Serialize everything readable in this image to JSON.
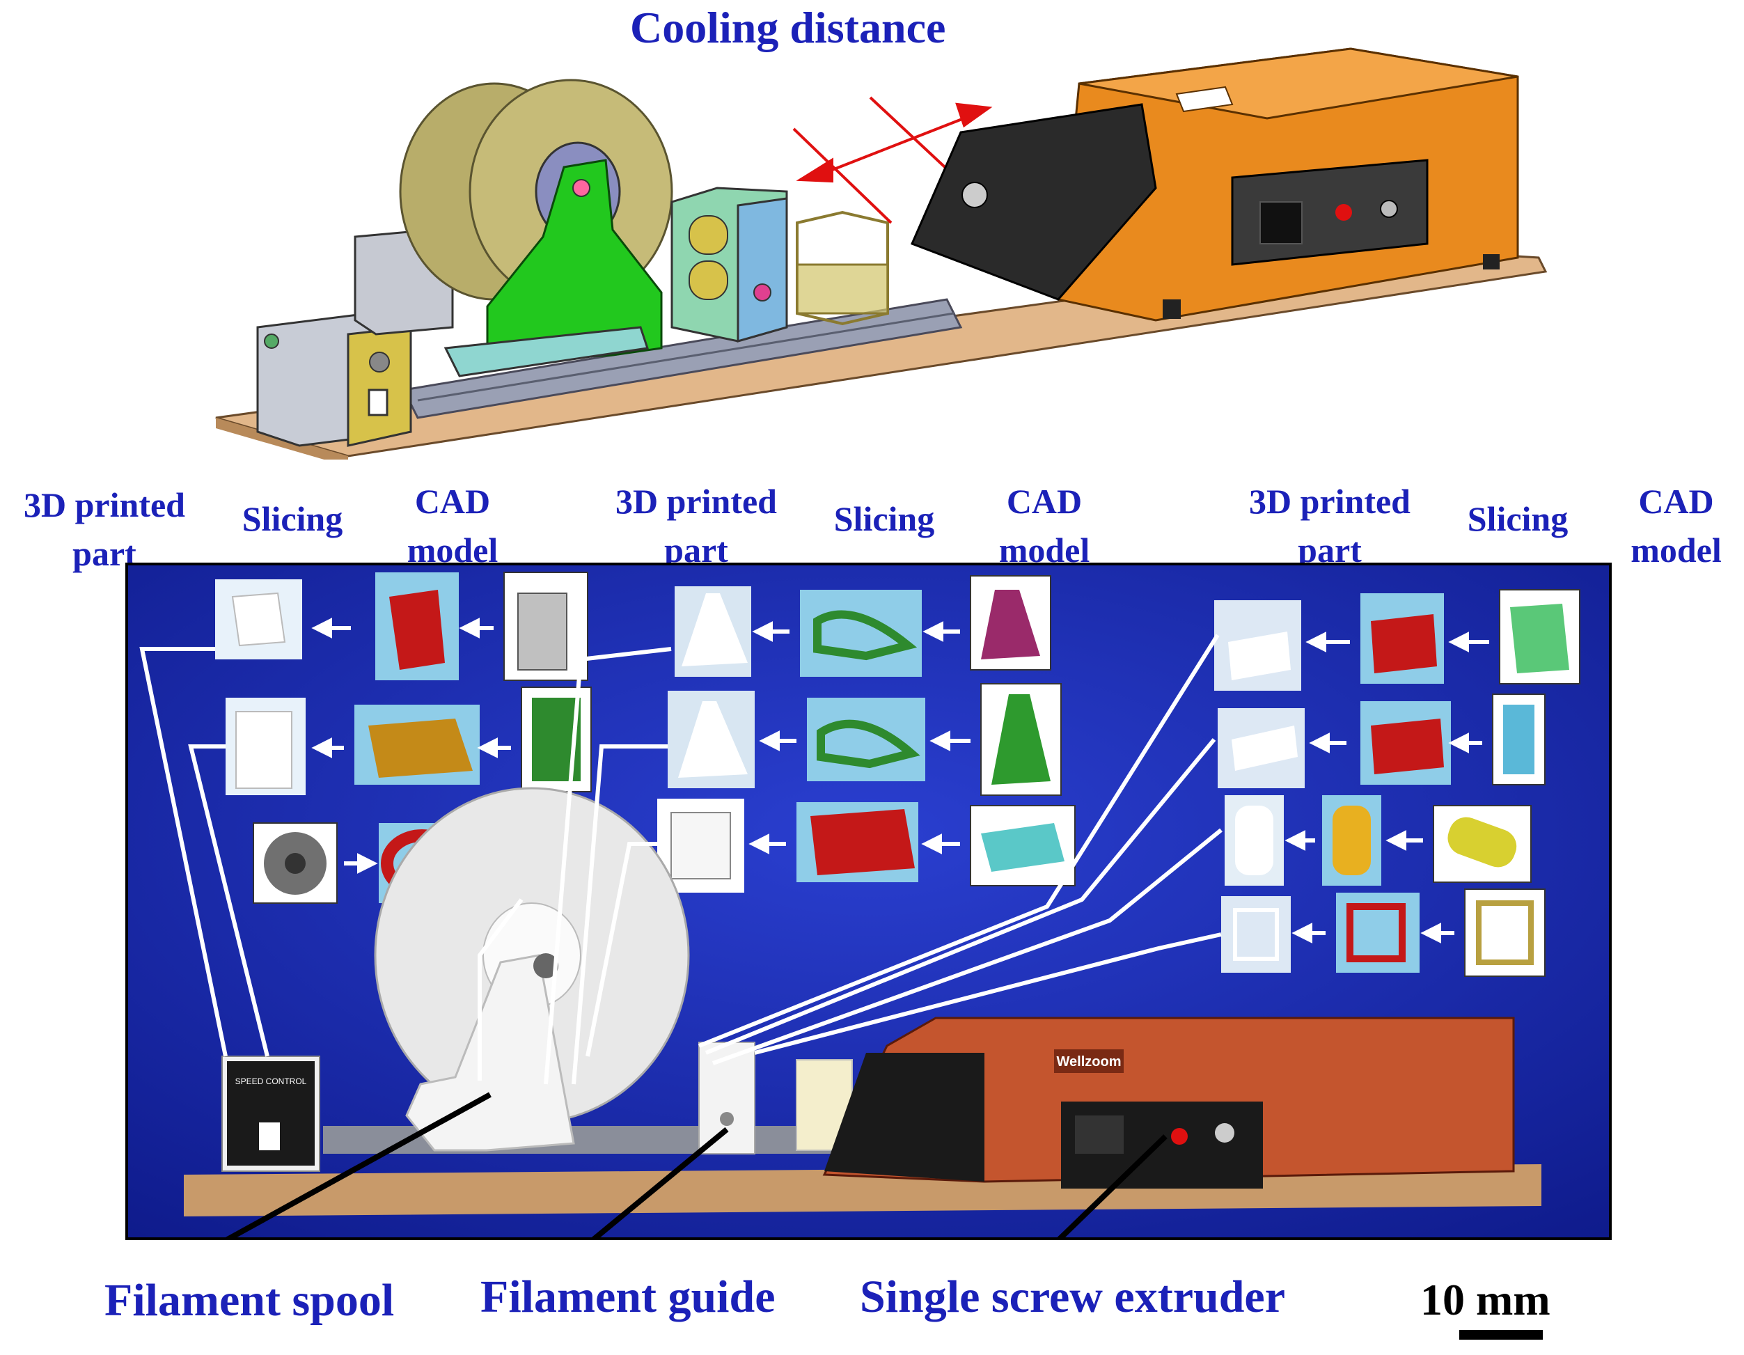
{
  "title": "Cooling distance",
  "columns": [
    {
      "label": "3D printed part"
    },
    {
      "label": "Slicing"
    },
    {
      "label": "CAD model"
    }
  ],
  "callouts": {
    "spool": "Filament spool",
    "guide": "Filament guide",
    "extruder": "Single screw extruder"
  },
  "extruder_brand": "Wellzoom",
  "speed_control_label": "SPEED CONTROL",
  "scale_bar": {
    "label": "10 mm"
  },
  "colors": {
    "label_blue": "#1b21b8",
    "backdrop_blue": "#1728a8",
    "cad_orange": "#e98a1e",
    "cad_green": "#22c81e",
    "cad_spool": "#b8ad6a",
    "arrow_red": "#e01010"
  }
}
